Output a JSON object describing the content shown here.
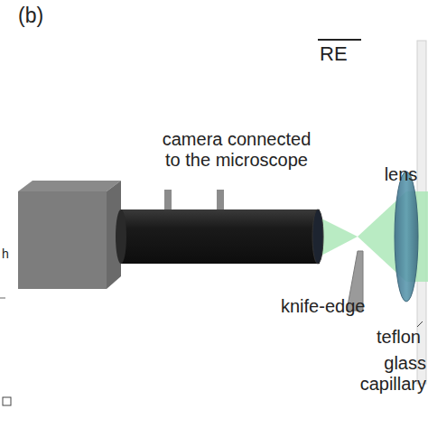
{
  "diagram": {
    "labels": [
      "(b)",
      "RE",
      "camera connected to the microscope",
      "lens",
      "knife-edge",
      "teflon",
      "glass capillary",
      "h"
    ]
  }
}
